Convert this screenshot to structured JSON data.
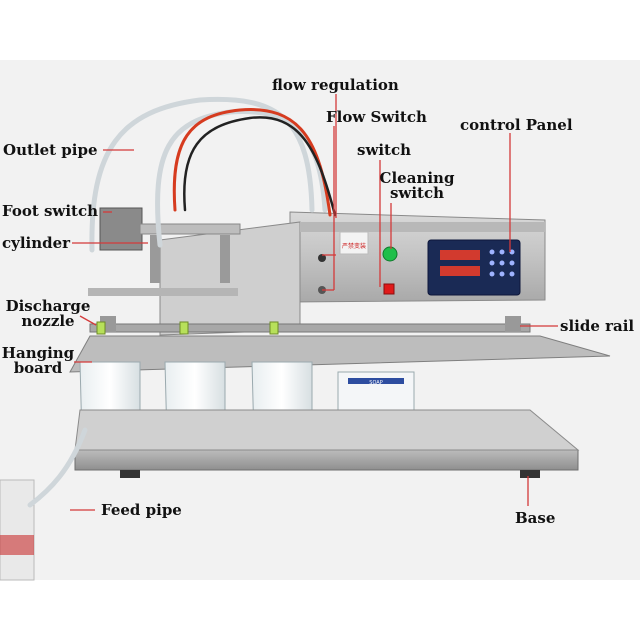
{
  "diagram": {
    "labels": {
      "flow_regulation": "flow regulation",
      "flow_switch": "Flow Switch",
      "switch": "switch",
      "cleaning_switch": "Cleaning switch",
      "control_panel": "control Panel",
      "outlet_pipe": "Outlet pipe",
      "foot_switch": "Foot switch",
      "cylinder": "cylinder",
      "discharge_nozzle": "Discharge nozzle",
      "hanging_board": "Hanging board",
      "slide_rail": "slide rail",
      "feed_pipe": "Feed pipe",
      "base": "Base"
    },
    "panel_sign": "严禁变装",
    "pouch_label": "SOAP"
  },
  "colors": {
    "leader": "#d43a3a",
    "steel": "#c9c9c9",
    "panel": "#1a2a55",
    "indicator_green": "#1fbf4a",
    "indicator_red": "#e01a1a"
  }
}
